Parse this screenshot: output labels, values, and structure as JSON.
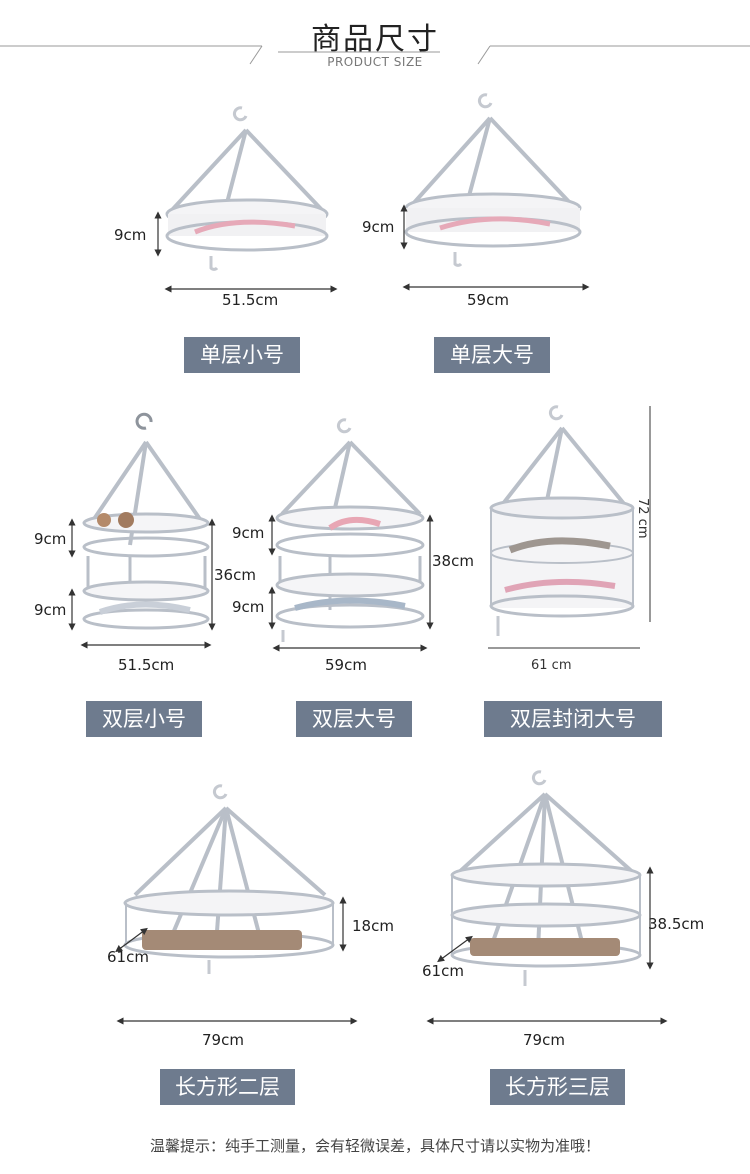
{
  "header": {
    "title": "商品尺寸",
    "subtitle": "PRODUCT SIZE"
  },
  "products": [
    {
      "label": "单层小号",
      "dims": [
        "9cm",
        "51.5cm"
      ]
    },
    {
      "label": "单层大号",
      "dims": [
        "9cm",
        "59cm"
      ]
    },
    {
      "label": "双层小号",
      "dims": [
        "9cm",
        "9cm",
        "36cm",
        "51.5cm"
      ]
    },
    {
      "label": "双层大号",
      "dims": [
        "9cm",
        "9cm",
        "38cm",
        "59cm"
      ]
    },
    {
      "label": "双层封闭大号",
      "dims": [
        "72 cm",
        "61 cm"
      ]
    },
    {
      "label": "长方形二层",
      "dims": [
        "18cm",
        "61cm",
        "79cm"
      ]
    },
    {
      "label": "长方形三层",
      "dims": [
        "38.5cm",
        "61cm",
        "79cm"
      ]
    }
  ],
  "footer": {
    "note": "温馨提示：纯手工测量，会有轻微误差，具体尺寸请以实物为准哦！"
  }
}
